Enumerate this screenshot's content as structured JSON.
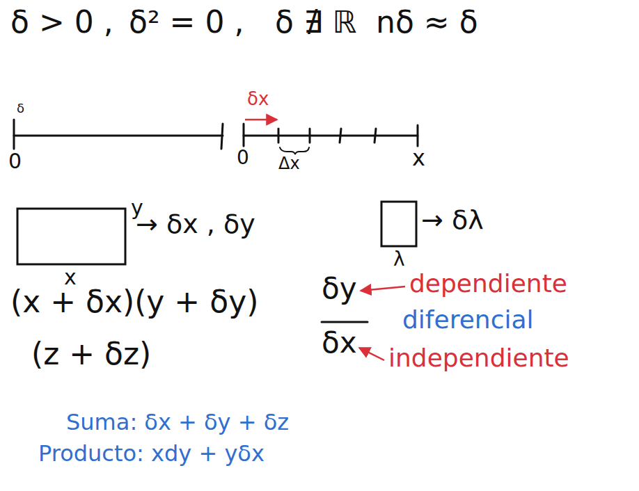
{
  "diagram": {
    "labels": [
      "δ > 0 ,",
      "δ² = 0 ,",
      "δ ∄ ℝ",
      "nδ ≈ δ",
      "δ",
      "0",
      "δx",
      "0",
      "Δx",
      "x",
      "y",
      "x",
      "→ δx , δy",
      "→ δλ",
      "λ",
      "(x + δx)(y + δy)",
      "(z + δz)",
      "δy",
      "δx",
      "dependiente",
      "diferencial",
      "independiente",
      "Suma: δx + δy + δz",
      "Producto: xdy + yδx"
    ]
  }
}
